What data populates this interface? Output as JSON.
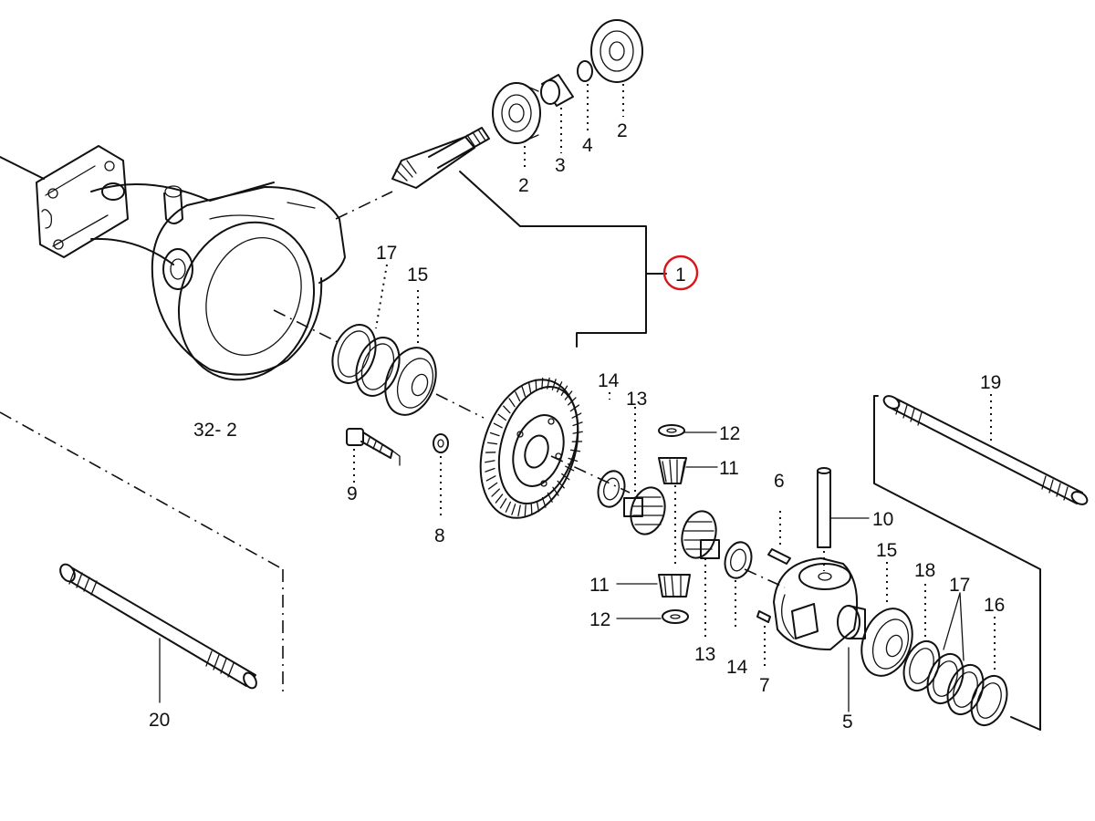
{
  "callouts": {
    "c1": "1",
    "c2a": "2",
    "c2b": "2",
    "c3": "3",
    "c4": "4",
    "c5": "5",
    "c6": "6",
    "c7": "7",
    "c8": "8",
    "c9": "9",
    "c10": "10",
    "c11a": "11",
    "c11b": "11",
    "c12a": "12",
    "c12b": "12",
    "c13a": "13",
    "c13b": "13",
    "c14a": "14",
    "c14b": "14",
    "c15a": "15",
    "c15b": "15",
    "c16": "16",
    "c17a": "17",
    "c17b": "17",
    "c18": "18",
    "c19": "19",
    "c20": "20",
    "c32": "32- 2"
  },
  "colors": {
    "line": "#111111",
    "highlight_circle": "#d9161b",
    "background": "#ffffff"
  },
  "highlighted_part": "1"
}
